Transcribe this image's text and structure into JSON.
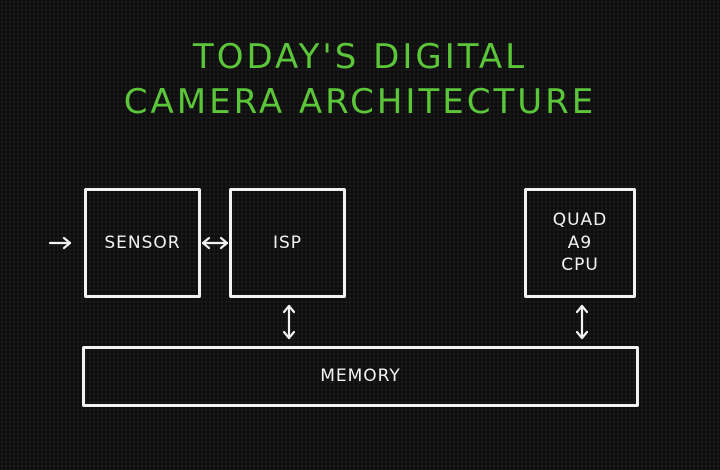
{
  "title": {
    "line1": "TODAY'S DIGITAL",
    "line2": "CAMERA ARCHITECTURE"
  },
  "blocks": {
    "sensor": "SENSOR",
    "isp": "ISP",
    "cpu_line1": "QUAD",
    "cpu_line2": "A9",
    "cpu_line3": "CPU",
    "memory": "MEMORY"
  },
  "colors": {
    "title": "#5cc63a",
    "lines": "#f2f2f2",
    "background": "#121212"
  }
}
